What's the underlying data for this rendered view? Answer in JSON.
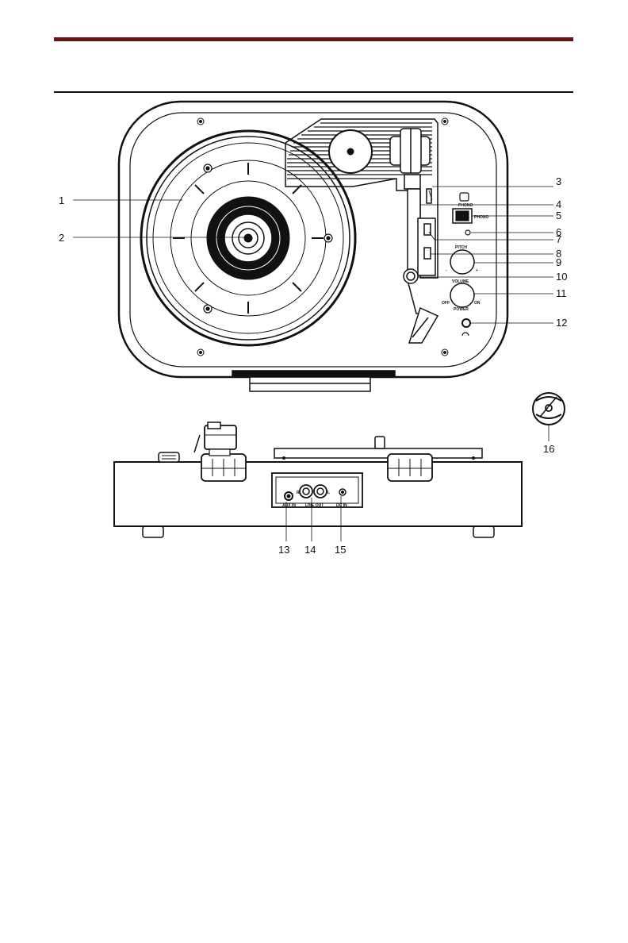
{
  "top_view": {
    "labels": {
      "phono": "PHONO",
      "pitch": "PITCH",
      "volume": "VOLUME",
      "off": "OFF",
      "on": "ON",
      "power": "POWER",
      "minus": "-",
      "plus": "+"
    }
  },
  "rear_view": {
    "labels": {
      "aux_in": "AUX IN",
      "line_out": "LINE OUT",
      "r": "R",
      "l": "L",
      "dc_in": "DC IN"
    }
  },
  "callouts": {
    "c1": "1",
    "c2": "2",
    "c3": "3",
    "c4": "4",
    "c5": "5",
    "c6": "6",
    "c7": "7",
    "c8": "8",
    "c9": "9",
    "c10": "10",
    "c11": "11",
    "c12": "12",
    "c13": "13",
    "c14": "14",
    "c15": "15",
    "c16": "16"
  }
}
